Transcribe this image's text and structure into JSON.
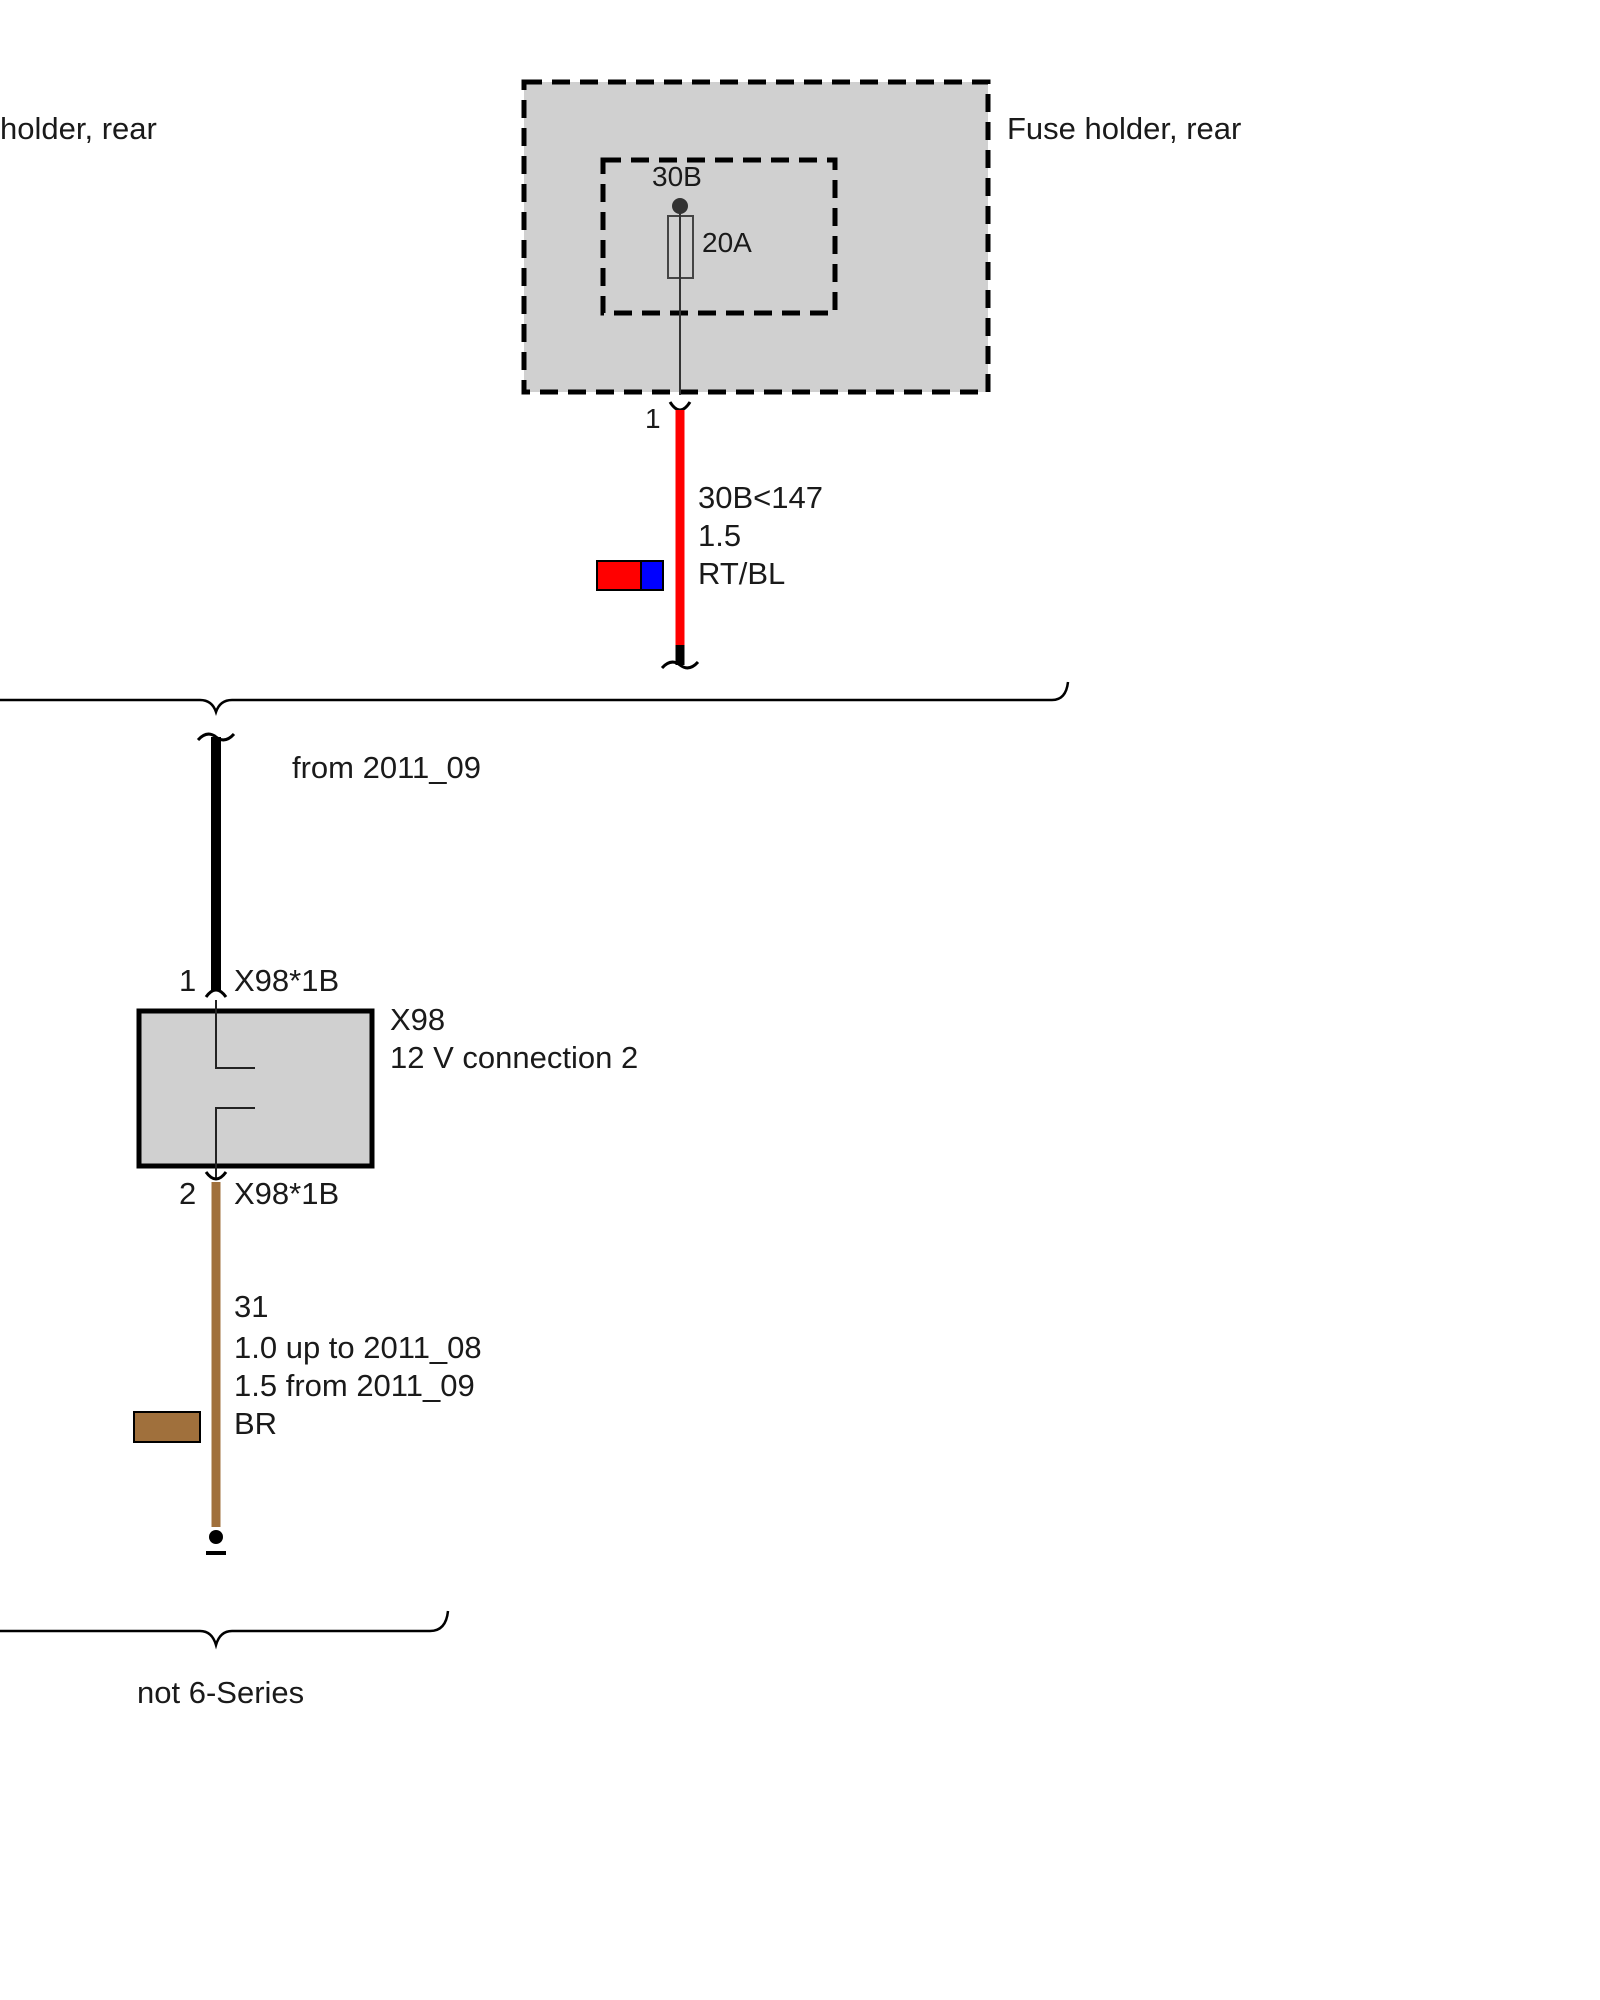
{
  "fuse_holder_left_label": "holder, rear",
  "fuse_holder": {
    "label": "Fuse holder, rear",
    "terminal": "30B",
    "rating": "20A",
    "pin": "1"
  },
  "wire_upper": {
    "circuit": "30B<147",
    "cross_section": "1.5",
    "color_code": "RT/BL",
    "color_primary": "#ff0000",
    "color_stripe": "#0000ff"
  },
  "variant_wire_note": "from 2011_09",
  "connector_x98": {
    "pin_top": "1",
    "pin_top_label": "X98*1B",
    "id": "X98",
    "name": "12 V connection 2",
    "pin_bottom": "2",
    "pin_bottom_label": "X98*1B"
  },
  "wire_lower": {
    "circuit": "31",
    "size_line_1": "1.0  up to 2011_08",
    "size_line_2": "1.5  from 2011_09",
    "color_code": "BR",
    "color": "#a0703c"
  },
  "group_note": "not 6-Series"
}
